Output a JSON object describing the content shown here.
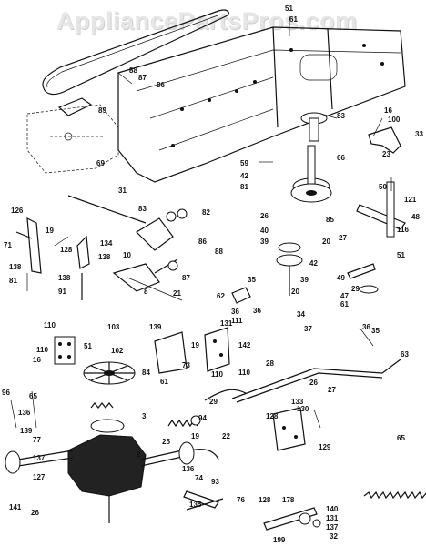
{
  "watermark": "AppliancePartsPros.com",
  "labels": [
    "51",
    "61",
    "88",
    "87",
    "86",
    "89",
    "31",
    "69",
    "83",
    "59",
    "42",
    "81",
    "66",
    "26",
    "40",
    "39",
    "20",
    "42",
    "85",
    "20",
    "16",
    "100",
    "33",
    "23",
    "50",
    "121",
    "48",
    "116",
    "51",
    "27",
    "49",
    "47",
    "29",
    "61",
    "126",
    "19",
    "71",
    "138",
    "81",
    "134",
    "128",
    "138",
    "138",
    "91",
    "83",
    "82",
    "86",
    "88",
    "10",
    "87",
    "21",
    "8",
    "62",
    "35",
    "36",
    "36",
    "39",
    "34",
    "37",
    "110",
    "51",
    "16",
    "110",
    "103",
    "102",
    "84",
    "139",
    "19",
    "73",
    "111",
    "61",
    "110",
    "110",
    "131",
    "142",
    "29",
    "28",
    "26",
    "133",
    "130",
    "128",
    "129",
    "27",
    "36",
    "35",
    "63",
    "96",
    "65",
    "136",
    "3",
    "25",
    "19",
    "2",
    "22",
    "94",
    "93",
    "139",
    "77",
    "137",
    "127",
    "141",
    "26",
    "136",
    "74",
    "135",
    "76",
    "128",
    "178",
    "140",
    "137",
    "131",
    "32",
    "199",
    "65"
  ]
}
